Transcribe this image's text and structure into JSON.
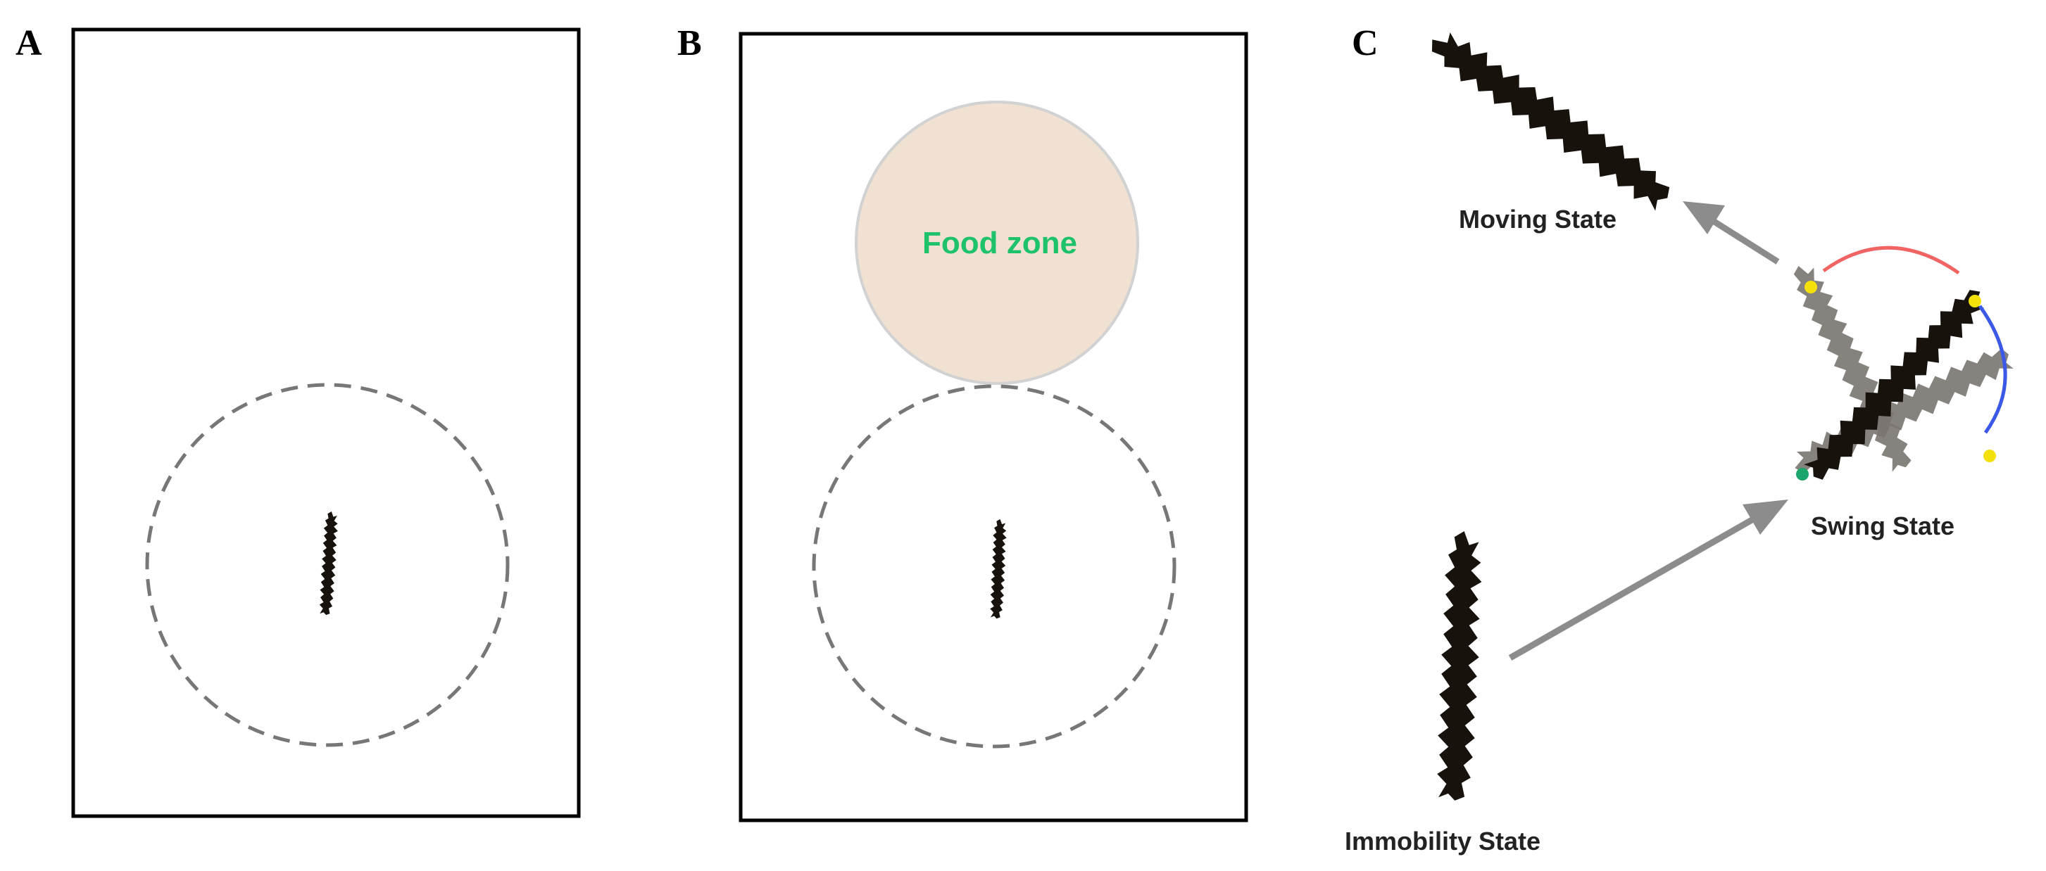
{
  "panels": {
    "a": {
      "label": "A"
    },
    "b": {
      "label": "B",
      "food_zone_label": "Food zone"
    },
    "c": {
      "label": "C",
      "moving_state": "Moving State",
      "swing_state": "Swing State",
      "immobility_state": "Immobility State"
    }
  },
  "colors": {
    "food_zone_fill": "#f1e1d2",
    "food_zone_text": "#1ec26b",
    "arrow": "#8c8c8c",
    "swing_arc_left": "#f06464",
    "swing_arc_right": "#3b58e6",
    "marker_yellow": "#f5e10a",
    "marker_green": "#1aa66b",
    "cucumber": "#17120c"
  }
}
